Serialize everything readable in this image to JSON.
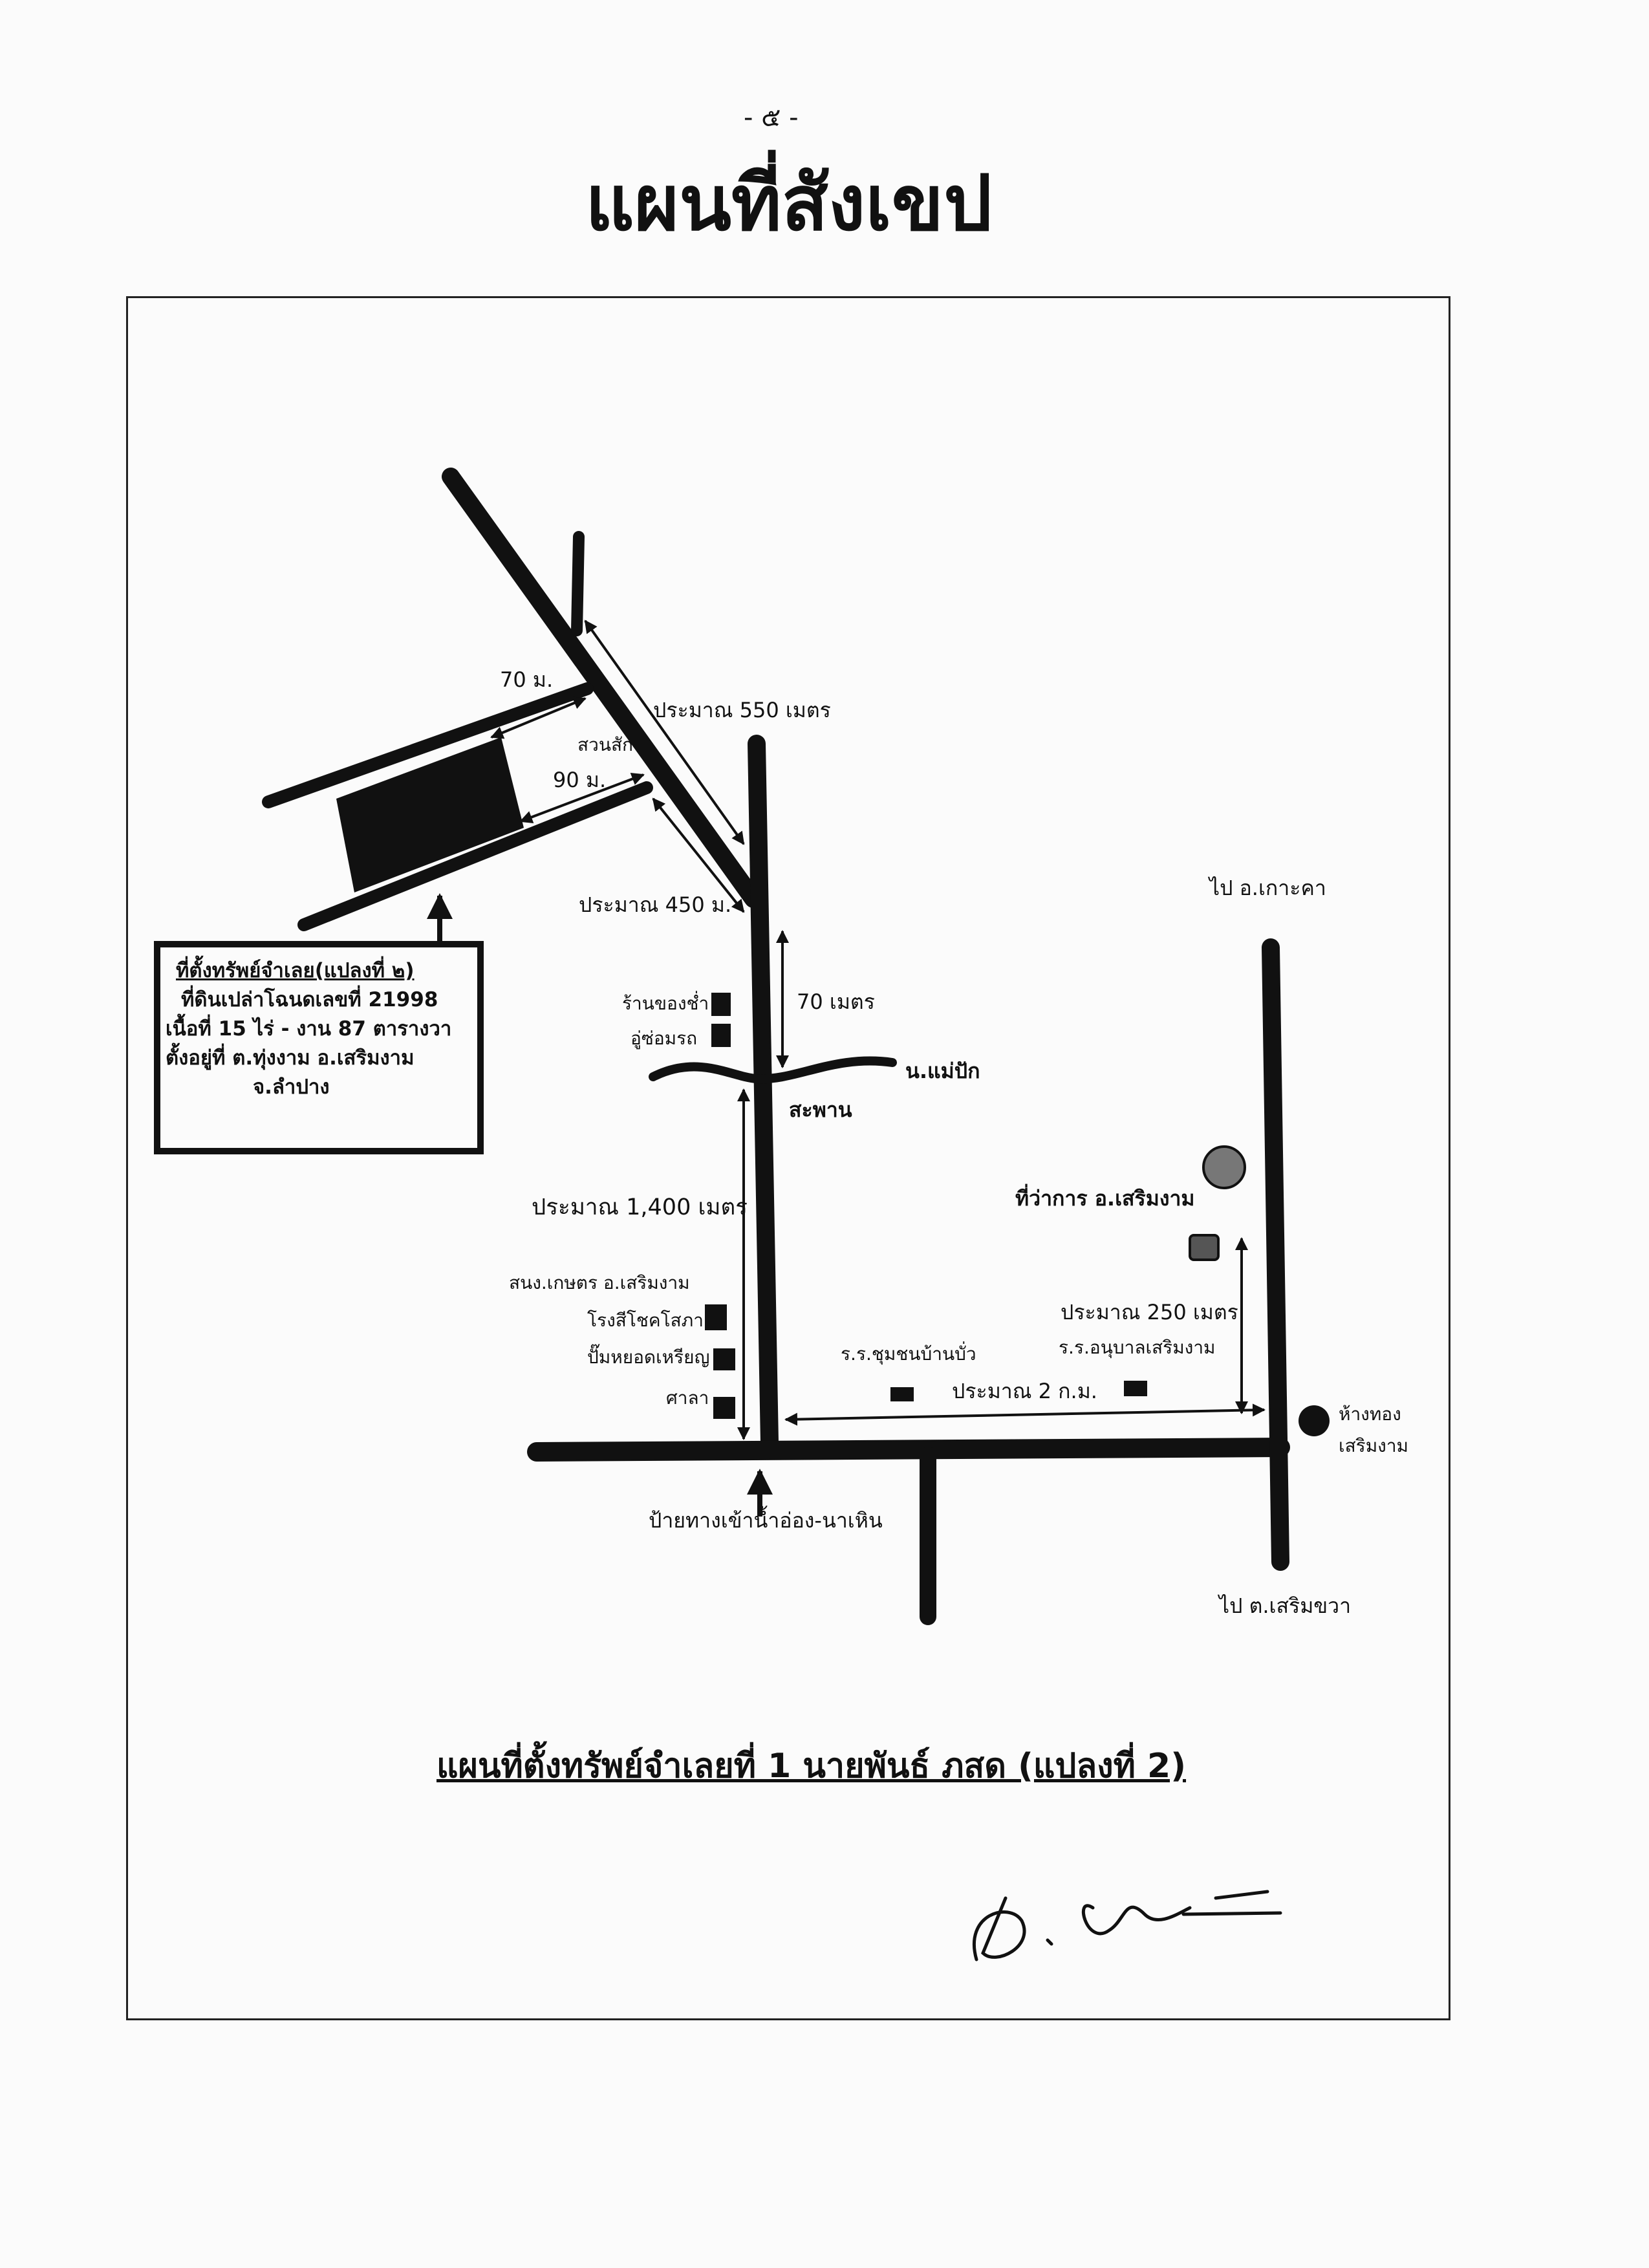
{
  "page_number": "- ๕ -",
  "title": "แผนที่สังเขป",
  "legend_box": {
    "heading": "ที่ตั้งทรัพย์จำเลย(แปลงที่ ๒)",
    "line1": "ที่ดินเปล่าโฉนดเลขที่ 21998",
    "line2": "เนื้อที่ 15 ไร่ - งาน 87 ตารางวา",
    "line3": "ตั้งอยู่ที่ ต.ทุ่งงาม อ.เสริมงาม",
    "line4": "จ.ลำปาง"
  },
  "labels": {
    "dist_70m": "70 ม.",
    "suan_sak": "สวนสัก",
    "dist_90m": "90 ม.",
    "approx_550": "ประมาณ 550 เมตร",
    "approx_450": "ประมาณ 450 ม.",
    "to_ko_kha": "ไป อ.เกาะคา",
    "shop_wood": "ร้านของช่ำ",
    "garage": "อู่ซ่อมรถ",
    "dist_70_meters": "70 เมตร",
    "river": "น.แม่ปัก",
    "bridge": "สะพาน",
    "approx_1400": "ประมาณ 1,400 เมตร",
    "district_office": "ที่ว่าการ อ.เสริมงาม",
    "agri_office": "สนง.เกษตร อ.เสริมงาม",
    "school_sticky": "โรงสีโชคโสภา",
    "gas_station": "ปั๊มหยอดเหรียญ",
    "sala": "ศาลา",
    "school_community": "ร.ร.ชุมชนบ้านบั่ว",
    "approx_250": "ประมาณ 250 เมตร",
    "kindergarten": "ร.ร.อนุบาลเสริมงาม",
    "approx_2km": "ประมาณ 2 ก.ม.",
    "gold_shop_1": "ห้างทอง",
    "gold_shop_2": "เสริมงาม",
    "junction_sign": "ป้ายทางเข้าน้ำอ่อง-นาเหิน",
    "to_serm_khwai": "ไป ต.เสริมขวา"
  },
  "caption": "แผนที่ตั้งทรัพย์จำเลยที่ 1 นายพันธ์ ภสด (แปลงที่ 2)",
  "signature": "ท.ฉ"
}
